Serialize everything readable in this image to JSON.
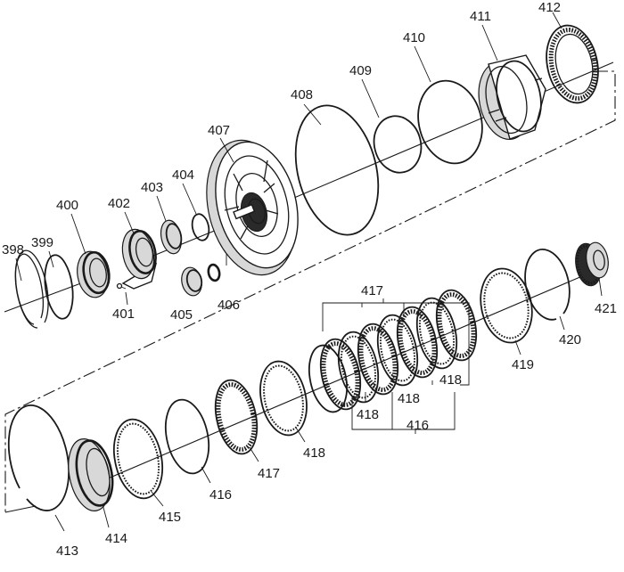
{
  "callouts": {
    "c398": "398",
    "c399": "399",
    "c400": "400",
    "c401": "401",
    "c402": "402",
    "c403": "403",
    "c404": "404",
    "c405": "405",
    "c406": "406",
    "c407": "407",
    "c408": "408",
    "c409": "409",
    "c410": "410",
    "c411": "411",
    "c412": "412",
    "c413": "413",
    "c414": "414",
    "c415": "415",
    "c416a": "416",
    "c416b": "416",
    "c417a": "417",
    "c417b": "417",
    "c418a": "418",
    "c418b": "418",
    "c418c": "418",
    "c418d": "418",
    "c419": "419",
    "c420": "420",
    "c421": "421"
  }
}
